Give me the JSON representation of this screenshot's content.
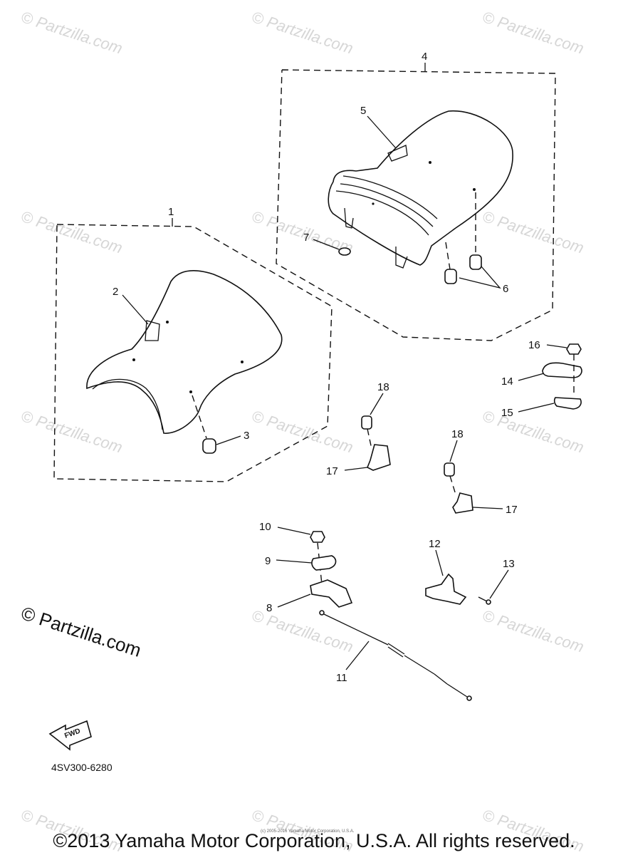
{
  "watermark": "© Partzilla.com",
  "watermark_large": "© Partzilla.com",
  "diagram_code": "4SV300-6280",
  "fwd_label": "FWD",
  "copyright": "©2013 Yamaha Motor Corporation, U.S.A. All rights reserved.",
  "small_copyright": "(c) 2005-2016 Yamaha Motor Corporation, U.S.A.",
  "callouts": {
    "c1": "1",
    "c2": "2",
    "c3": "3",
    "c4": "4",
    "c5": "5",
    "c6": "6",
    "c7": "7",
    "c8": "8",
    "c9": "9",
    "c10": "10",
    "c11": "11",
    "c12": "12",
    "c13": "13",
    "c14": "14",
    "c15": "15",
    "c16": "16",
    "c17a": "17",
    "c17b": "17",
    "c18a": "18",
    "c18b": "18"
  }
}
